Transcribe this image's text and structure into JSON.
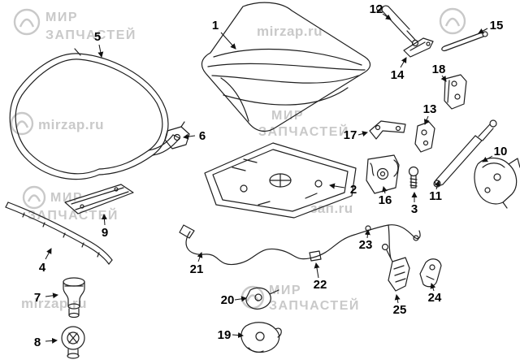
{
  "watermark": {
    "brand_top": "МИР",
    "brand_bottom": "ЗАПЧАСТЕЙ",
    "site": "mirzap.ru",
    "site_partial": "зап.ru"
  },
  "parts": [
    "1",
    "2",
    "3",
    "4",
    "5",
    "6",
    "7",
    "8",
    "9",
    "10",
    "11",
    "12",
    "13",
    "14",
    "15",
    "16",
    "17",
    "18",
    "19",
    "20",
    "21",
    "22",
    "23",
    "24",
    "25"
  ]
}
